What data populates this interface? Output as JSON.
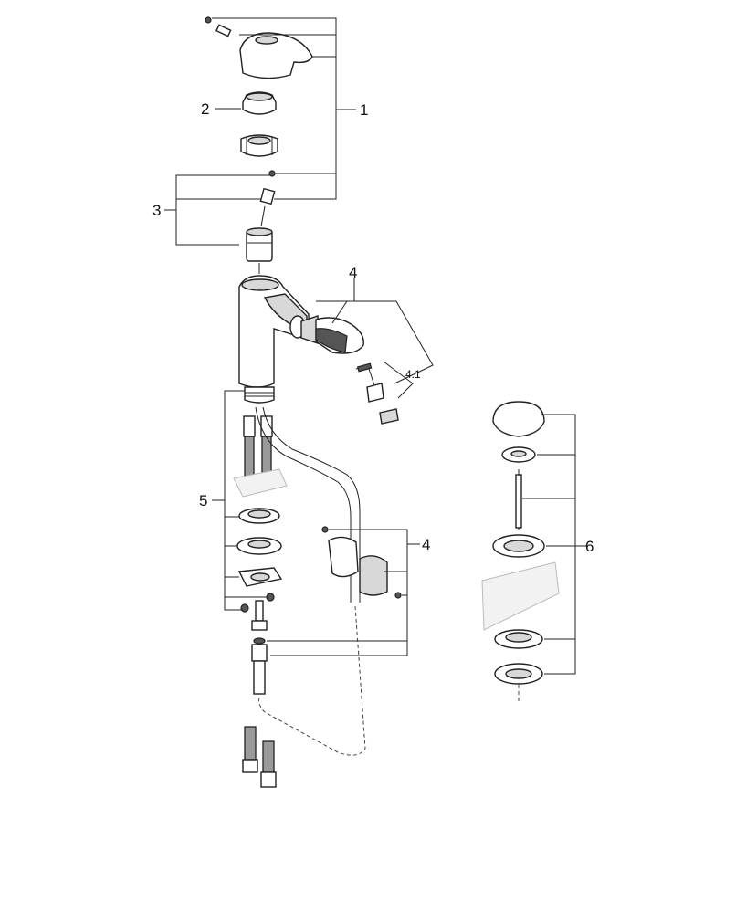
{
  "labels": {
    "handle": "1",
    "cap": "2",
    "cartridge": "3",
    "spout": "4",
    "spout_sub": "4.1",
    "holder": "4",
    "mounting": "5",
    "waste": "6"
  },
  "colors": {
    "line": "#222222",
    "fill_light": "#d8d8d8",
    "fill_dark": "#555555",
    "hose": "#9a9a9a",
    "counter": "#f2f2f2"
  }
}
